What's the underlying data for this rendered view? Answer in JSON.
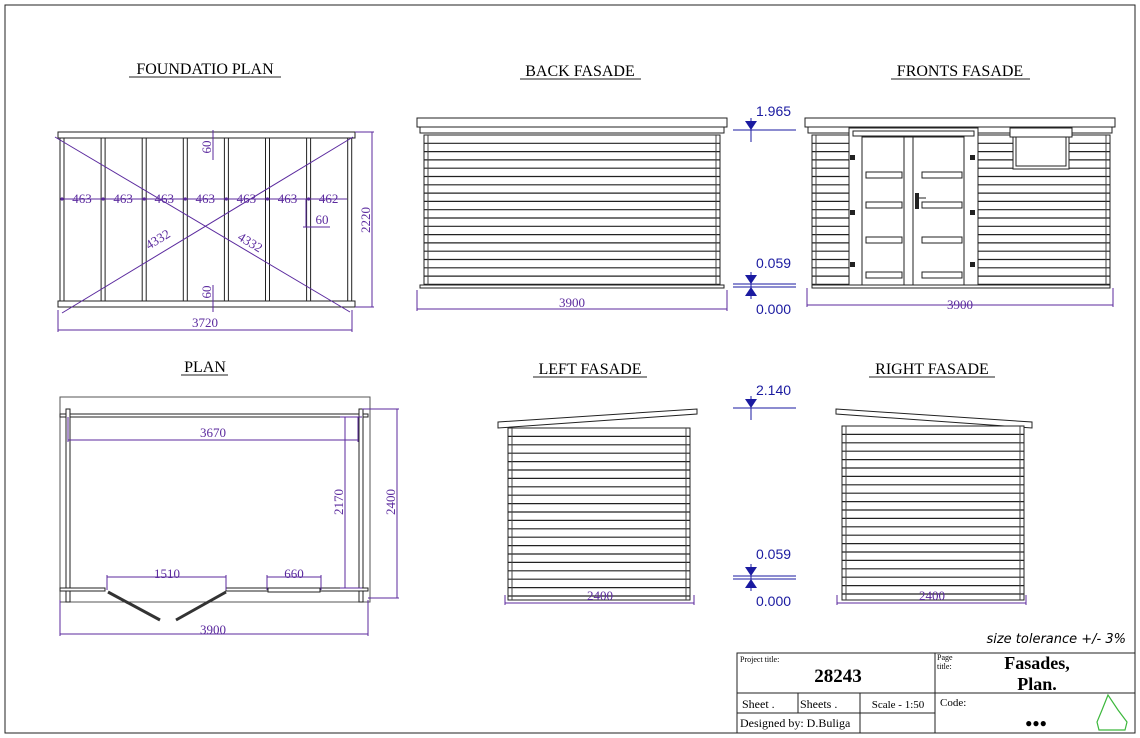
{
  "titles": {
    "foundation": "FOUNDATIO PLAN",
    "back": "BACK FASADE",
    "front": "FRONTS FASADE",
    "plan": "PLAN",
    "left": "LEFT FASADE",
    "right": "RIGHT FASADE"
  },
  "foundation": {
    "spacings": [
      "463",
      "463",
      "463",
      "463",
      "463",
      "463",
      "462"
    ],
    "top_gap": "60",
    "bottom_gap": "60",
    "joist_width": "60",
    "diagonal_1": "4332",
    "diagonal_2": "4332",
    "width": "3720",
    "depth": "2220"
  },
  "back_fasade": {
    "width": "3900"
  },
  "front_fasade": {
    "width": "3900"
  },
  "levels_top": {
    "roof": "1.965",
    "floor": "0.059",
    "ground": "0.000"
  },
  "levels_bottom": {
    "roof": "2.140",
    "floor": "0.059",
    "ground": "0.000"
  },
  "plan": {
    "inner_width": "3670",
    "inner_depth": "2170",
    "outer_depth": "2400",
    "door_width": "1510",
    "window_width": "660",
    "outer_width": "3900"
  },
  "left_fasade": {
    "width": "2400"
  },
  "right_fasade": {
    "width": "2400"
  },
  "tolerance_note": "size tolerance +/- 3%",
  "title_block": {
    "project_title_label": "Project title:",
    "project_number": "28243",
    "page_title_label_1": "Page",
    "page_title_label_2": "title:",
    "page_title_1": "Fasades,",
    "page_title_2": "Plan.",
    "sheet_label": "Sheet .",
    "sheets_label": "Sheets .",
    "scale": "Scale - 1:50",
    "code_label": "Code:",
    "code_value": "●●●",
    "designed_by": "Designed by: D.Buliga"
  },
  "colors": {
    "dimension": "#5b2a9e",
    "level": "#1a1aa0",
    "logo": "#3cb83c"
  }
}
